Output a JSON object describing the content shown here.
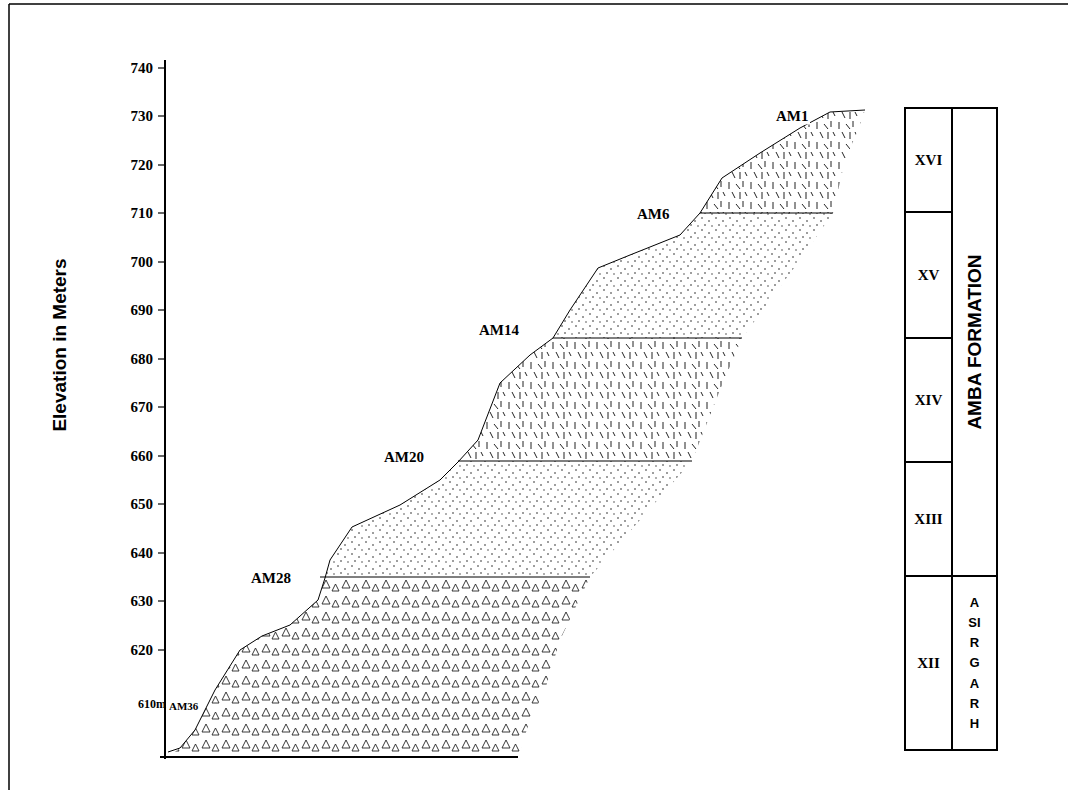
{
  "diagram": {
    "nodes": [
      {
        "text": [
          "XVI"
        ]
      },
      {
        "text": [
          "XV"
        ]
      },
      {
        "text": [
          "XIV"
        ]
      },
      {
        "text": [
          "XIII"
        ]
      },
      {
        "text": [
          "XII"
        ]
      },
      {
        "text": [
          "AMBA FORMATION"
        ]
      },
      {
        "text": [
          "ASIRGARH"
        ]
      }
    ],
    "labels": [
      "740",
      "730",
      "720",
      "710",
      "700",
      "690",
      "680",
      "670",
      "660",
      "650",
      "640",
      "630",
      "620",
      "610m",
      "Elevation in Meters",
      "AM1",
      "AM6",
      "AM14",
      "AM20",
      "AM28",
      "AM36"
    ]
  }
}
